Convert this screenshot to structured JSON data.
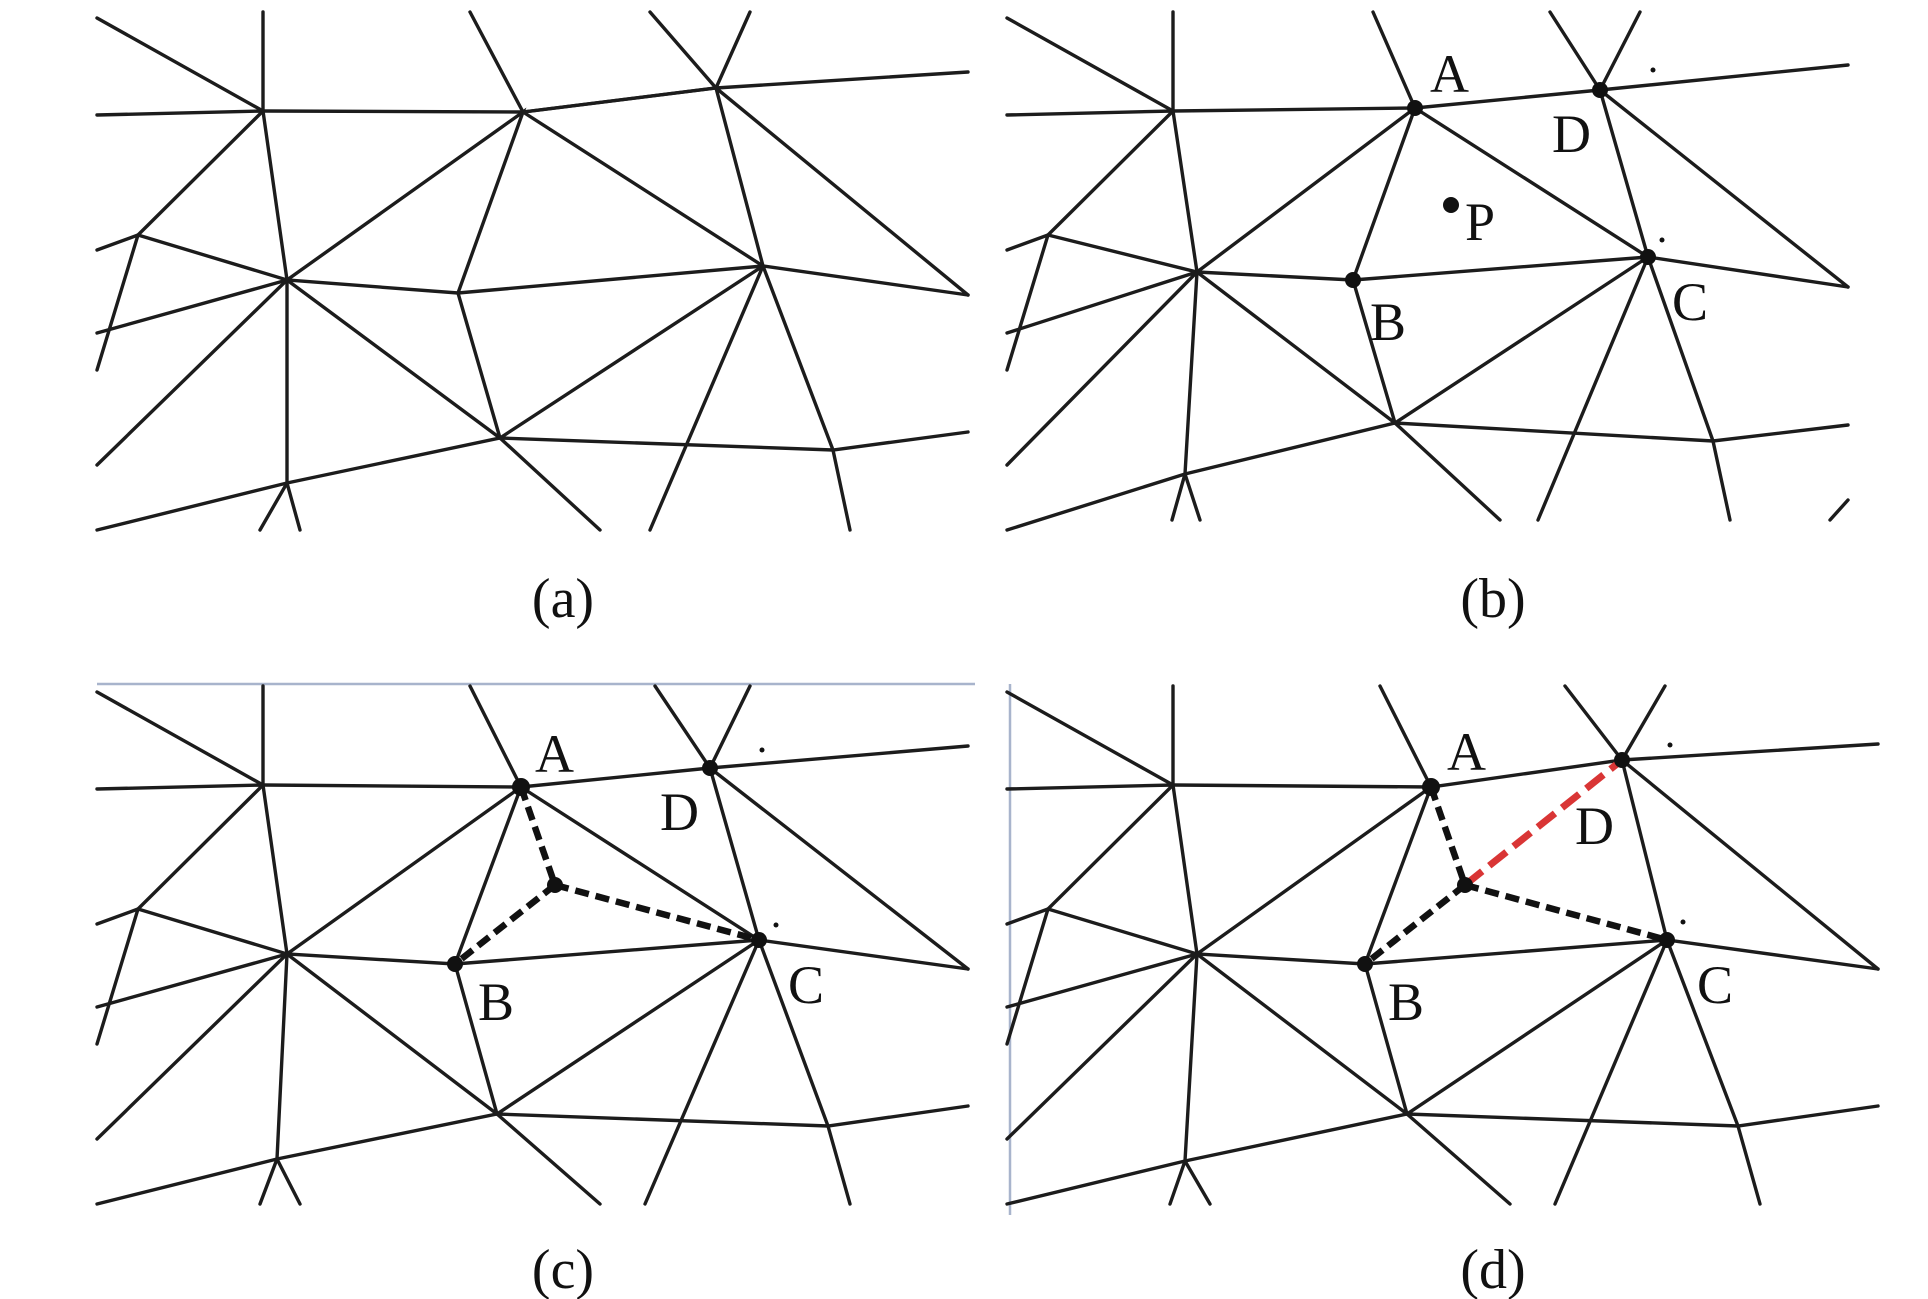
{
  "panels": [
    {
      "id": "a",
      "caption": "(a)",
      "labels": []
    },
    {
      "id": "b",
      "caption": "(b)",
      "labels": [
        "A",
        "D",
        "P",
        "B",
        "C"
      ]
    },
    {
      "id": "c",
      "caption": "(c)",
      "labels": [
        "A",
        "D",
        "B",
        "C"
      ]
    },
    {
      "id": "d",
      "caption": "(d)",
      "labels": [
        "A",
        "D",
        "B",
        "C"
      ]
    }
  ],
  "colors": {
    "edge": "#1c1c1c",
    "dashed_edge": "#111111",
    "flipped_edge": "#d93535",
    "frame": "#a8b4cc"
  }
}
